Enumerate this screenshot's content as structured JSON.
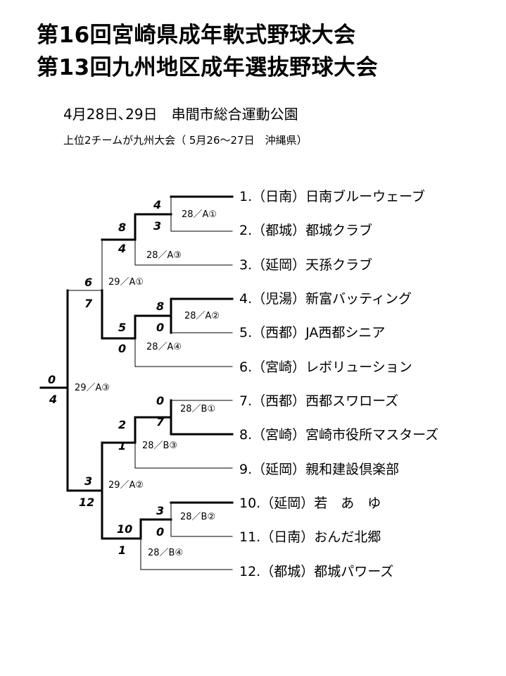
{
  "title": {
    "line1": "第16回宮崎県成年軟式野球大会",
    "line2": "第13回九州地区成年選抜野球大会"
  },
  "info": {
    "dates_venue": "4月28日､29日　串間市総合運動公園",
    "qualification": "上位2チームが九州大会（ 5月26～27日　沖縄県）"
  },
  "teams": [
    "1.（日南）日南ブルーウェーブ",
    "2.（都城）都城クラブ",
    "3.（延岡）天孫クラブ",
    "4.（児湯）新富バッティング",
    "5.（西都）JA西都シニア",
    "6.（宮崎）レボリューション",
    "7.（西都）西都スワローズ",
    "8.（宮崎）宮崎市役所マスターズ",
    "9.（延岡）親和建設倶楽部",
    "10.（延岡）若　あ　ゆ",
    "11.（日南）おんだ北郷",
    "12.（都城）都城パワーズ"
  ],
  "matches": {
    "a1": {
      "label": "28／A①",
      "top_score": "4",
      "bottom_score": "3"
    },
    "a2": {
      "label": "28／A②",
      "top_score": "8",
      "bottom_score": "0"
    },
    "a3": {
      "label": "28／A③",
      "top_score": "8",
      "bottom_score": "4"
    },
    "a4": {
      "label": "28／A④",
      "top_score": "5",
      "bottom_score": "0"
    },
    "b1": {
      "label": "28／B①",
      "top_score": "0",
      "bottom_score": "7"
    },
    "b2": {
      "label": "28／B②",
      "top_score": "3",
      "bottom_score": "0"
    },
    "b3": {
      "label": "28／B③",
      "top_score": "2",
      "bottom_score": "1"
    },
    "b4": {
      "label": "28／B④",
      "top_score": "10",
      "bottom_score": "1"
    },
    "semi1": {
      "label": "29／A①",
      "top_score": "6",
      "bottom_score": "7"
    },
    "semi2": {
      "label": "29／A②",
      "top_score": "3",
      "bottom_score": "12"
    },
    "final": {
      "label": "29／A③",
      "top_score": "0",
      "bottom_score": "4"
    }
  }
}
